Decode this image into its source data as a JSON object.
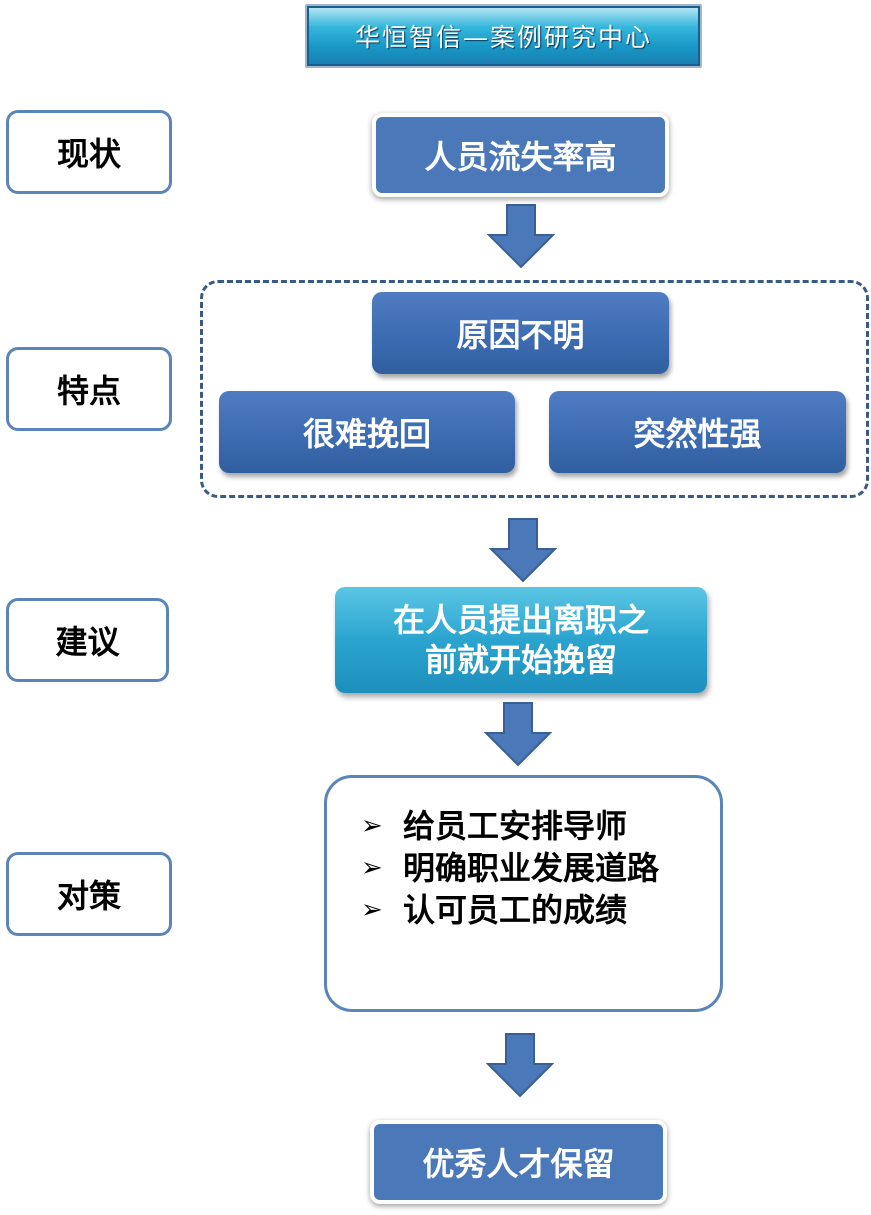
{
  "header": {
    "title": "华恒智信—案例研究中心"
  },
  "labels": {
    "status": "现状",
    "features": "特点",
    "suggestion": "建议",
    "measures": "对策"
  },
  "flow": {
    "status_box": "人员流失率高",
    "cause_box": "原因不明",
    "feature_left": "很难挽回",
    "feature_right": "突然性强",
    "suggestion_line1": "在人员提出离职之",
    "suggestion_line2": "前就开始挽留",
    "measures_list": [
      {
        "bullet": "➢",
        "text": "给员工安排导师"
      },
      {
        "bullet": "➢",
        "text": "明确职业发展道路"
      },
      {
        "bullet": "➢",
        "text": "认可员工的成绩"
      }
    ],
    "result_box": "优秀人才保留"
  },
  "colors": {
    "box_blue": "#3f6db4",
    "box_teal": "#2aa4cf",
    "label_border": "#5b84b9",
    "arrow": "#4a78b8",
    "dash_border": "#3a5a86"
  }
}
